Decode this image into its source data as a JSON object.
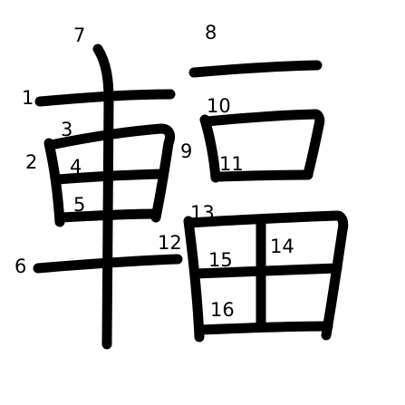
{
  "character": "輻",
  "stroke_numbers": [
    "1",
    "2",
    "3",
    "4",
    "5",
    "6",
    "7",
    "8",
    "9",
    "10",
    "11",
    "12",
    "13",
    "14",
    "15",
    "16"
  ],
  "colors": {
    "stroke": "#000000",
    "background": "#ffffff"
  }
}
